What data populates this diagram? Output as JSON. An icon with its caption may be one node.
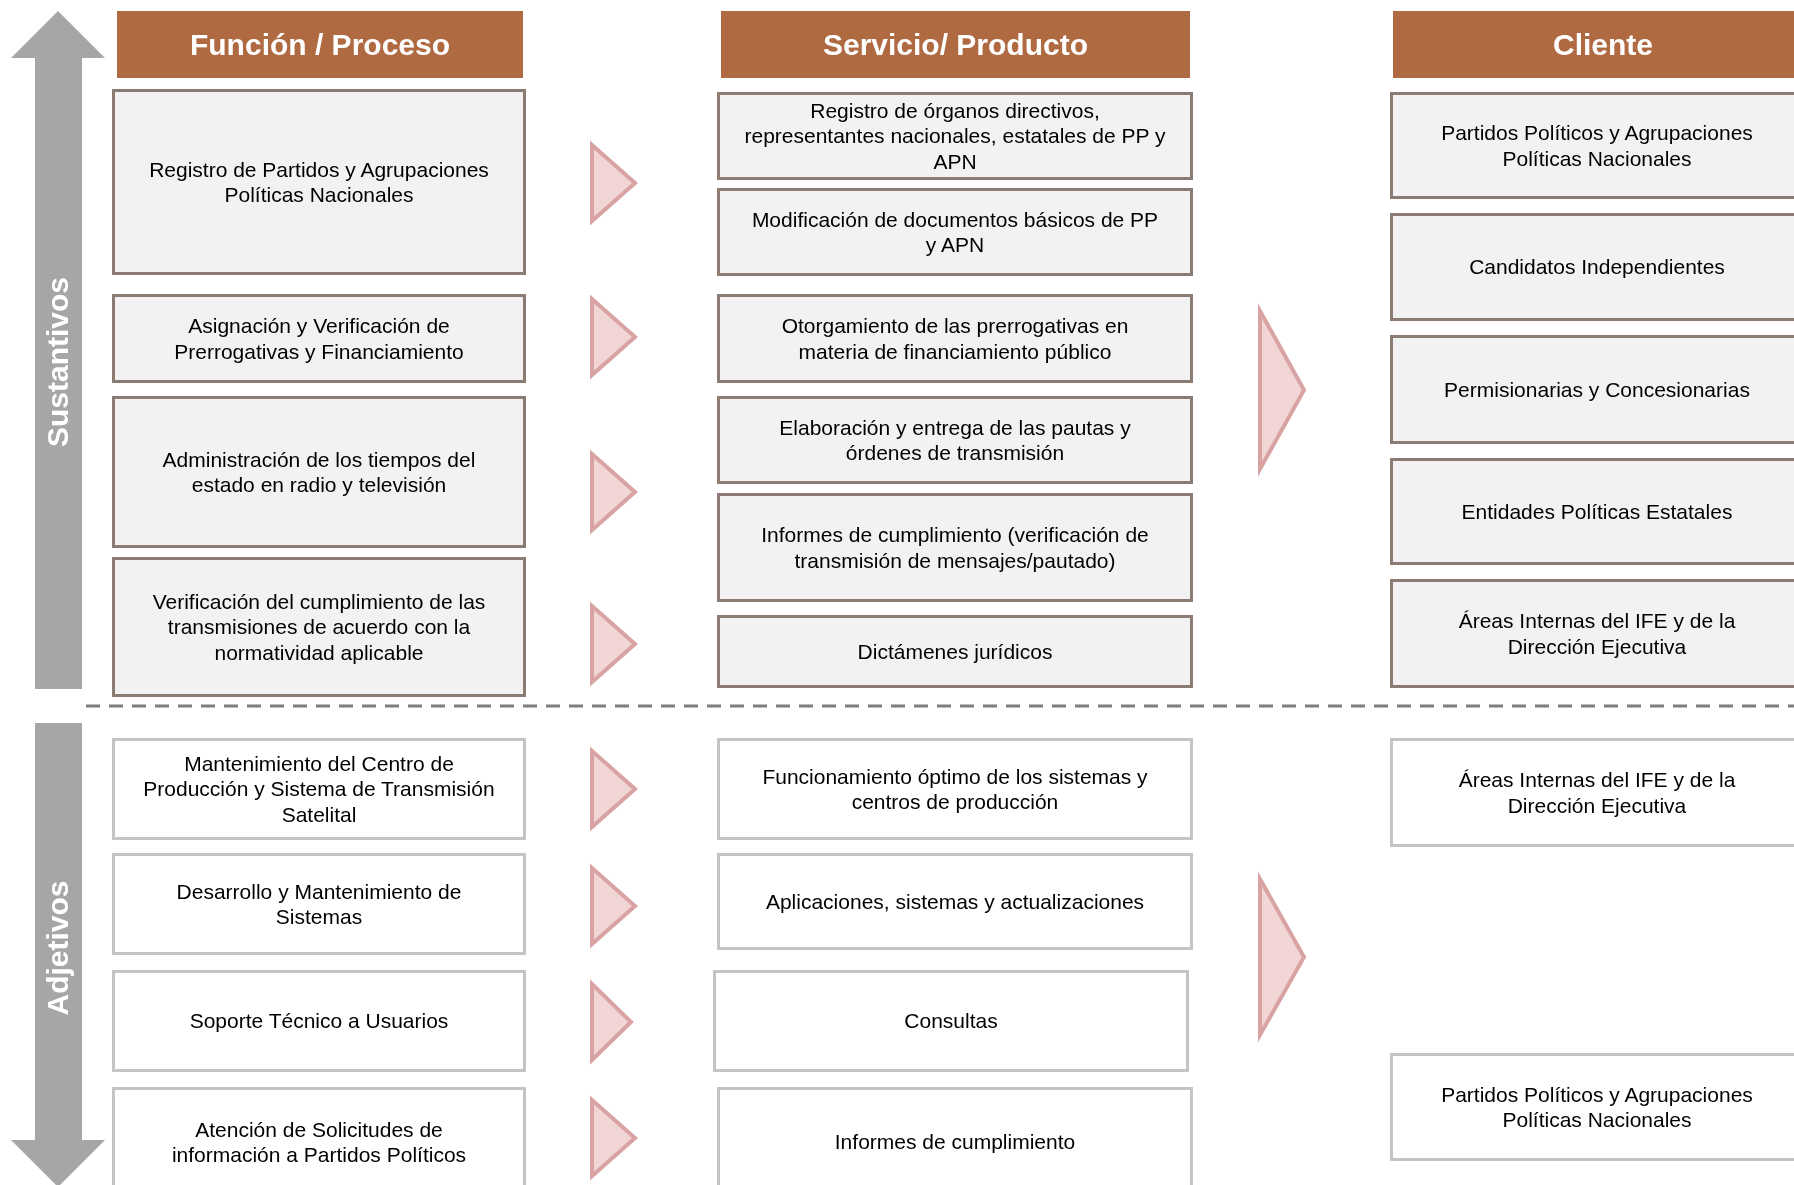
{
  "diagram": {
    "nodes": [
      {
        "text": [
          "Función / Proceso"
        ]
      },
      {
        "text": [
          "Servicio/ Producto"
        ]
      },
      {
        "text": [
          "Cliente"
        ]
      },
      {
        "text": [
          "Registro de Partidos y Agrupaciones Políticas Nacionales"
        ]
      },
      {
        "text": [
          "Asignación y Verificación de Prerrogativas y Financiamiento"
        ]
      },
      {
        "text": [
          "Administración de los tiempos del estado en radio y televisión"
        ]
      },
      {
        "text": [
          "Verificación del cumplimiento de las transmisiones de acuerdo con la normatividad aplicable"
        ]
      },
      {
        "text": [
          "Mantenimiento del Centro de Producción y Sistema de Transmisión Satelital"
        ]
      },
      {
        "text": [
          "Desarrollo y Mantenimiento de Sistemas"
        ]
      },
      {
        "text": [
          "Soporte Técnico a Usuarios"
        ]
      },
      {
        "text": [
          "Atención de Solicitudes de información a Partidos Políticos"
        ]
      },
      {
        "text": [
          "Registro de órganos directivos, representantes nacionales, estatales de PP y APN"
        ]
      },
      {
        "text": [
          "Modificación de documentos básicos de PP y APN"
        ]
      },
      {
        "text": [
          "Otorgamiento de las prerrogativas en materia de financiamiento público"
        ]
      },
      {
        "text": [
          "Elaboración y entrega de las pautas y órdenes de transmisión"
        ]
      },
      {
        "text": [
          "Informes de cumplimiento (verificación de transmisión de mensajes/pautado)"
        ]
      },
      {
        "text": [
          "Dictámenes jurídicos"
        ]
      },
      {
        "text": [
          "Funcionamiento óptimo de los sistemas y centros de producción"
        ]
      },
      {
        "text": [
          "Aplicaciones, sistemas y actualizaciones"
        ]
      },
      {
        "text": [
          "Consultas"
        ]
      },
      {
        "text": [
          "Informes de cumplimiento"
        ]
      },
      {
        "text": [
          "Partidos Políticos y Agrupaciones Políticas Nacionales"
        ]
      },
      {
        "text": [
          "Candidatos Independientes"
        ]
      },
      {
        "text": [
          "Permisionarias y Concesionarias"
        ]
      },
      {
        "text": [
          "Entidades Políticas Estatales"
        ]
      },
      {
        "text": [
          "Áreas Internas del IFE y de la Dirección Ejecutiva"
        ]
      },
      {
        "text": [
          "Áreas Internas del IFE y de la Dirección Ejecutiva"
        ]
      },
      {
        "text": [
          "Partidos Políticos y Agrupaciones Políticas Nacionales"
        ]
      }
    ],
    "edges": [
      {
        "from": 3,
        "to": 11,
        "arrow": "to"
      },
      {
        "from": 3,
        "to": 12,
        "arrow": "to"
      },
      {
        "from": 4,
        "to": 13,
        "arrow": "to"
      },
      {
        "from": 5,
        "to": 14,
        "arrow": "to"
      },
      {
        "from": 6,
        "to": 15,
        "arrow": "to"
      },
      {
        "from": 6,
        "to": 16,
        "arrow": "to"
      },
      {
        "from": 7,
        "to": 17,
        "arrow": "to"
      },
      {
        "from": 8,
        "to": 18,
        "arrow": "to"
      },
      {
        "from": 9,
        "to": 19,
        "arrow": "to"
      },
      {
        "from": 10,
        "to": 20,
        "arrow": "to"
      }
    ],
    "labels": [
      "Sustantivos",
      "Adjetivos"
    ]
  }
}
